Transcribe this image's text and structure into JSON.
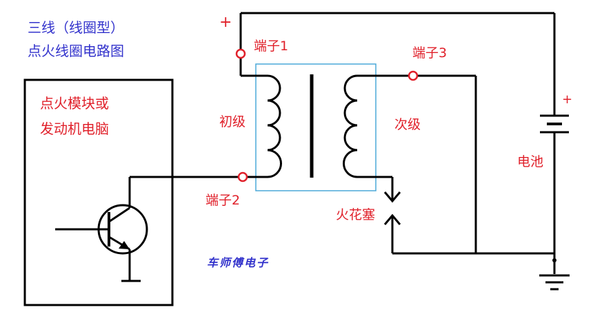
{
  "diagram": {
    "title_line1": "三线（线圈型）",
    "title_line2": "点火线圈电路图",
    "module_line1": "点火模块或",
    "module_line2": "发动机电脑",
    "plus_coil": "+",
    "plus_battery": "+",
    "terminal1": "端子1",
    "terminal2": "端子2",
    "terminal3": "端子3",
    "primary_label": "初级",
    "secondary_label": "次级",
    "battery_label": "电池",
    "spark_plug_label": "火花塞",
    "watermark": "车师傅电子",
    "colors": {
      "label_blue": "#3333cc",
      "label_red": "#e0202a",
      "wire": "#000000",
      "terminal": "#e0202a",
      "coil_box": "#4aa8d8"
    }
  }
}
